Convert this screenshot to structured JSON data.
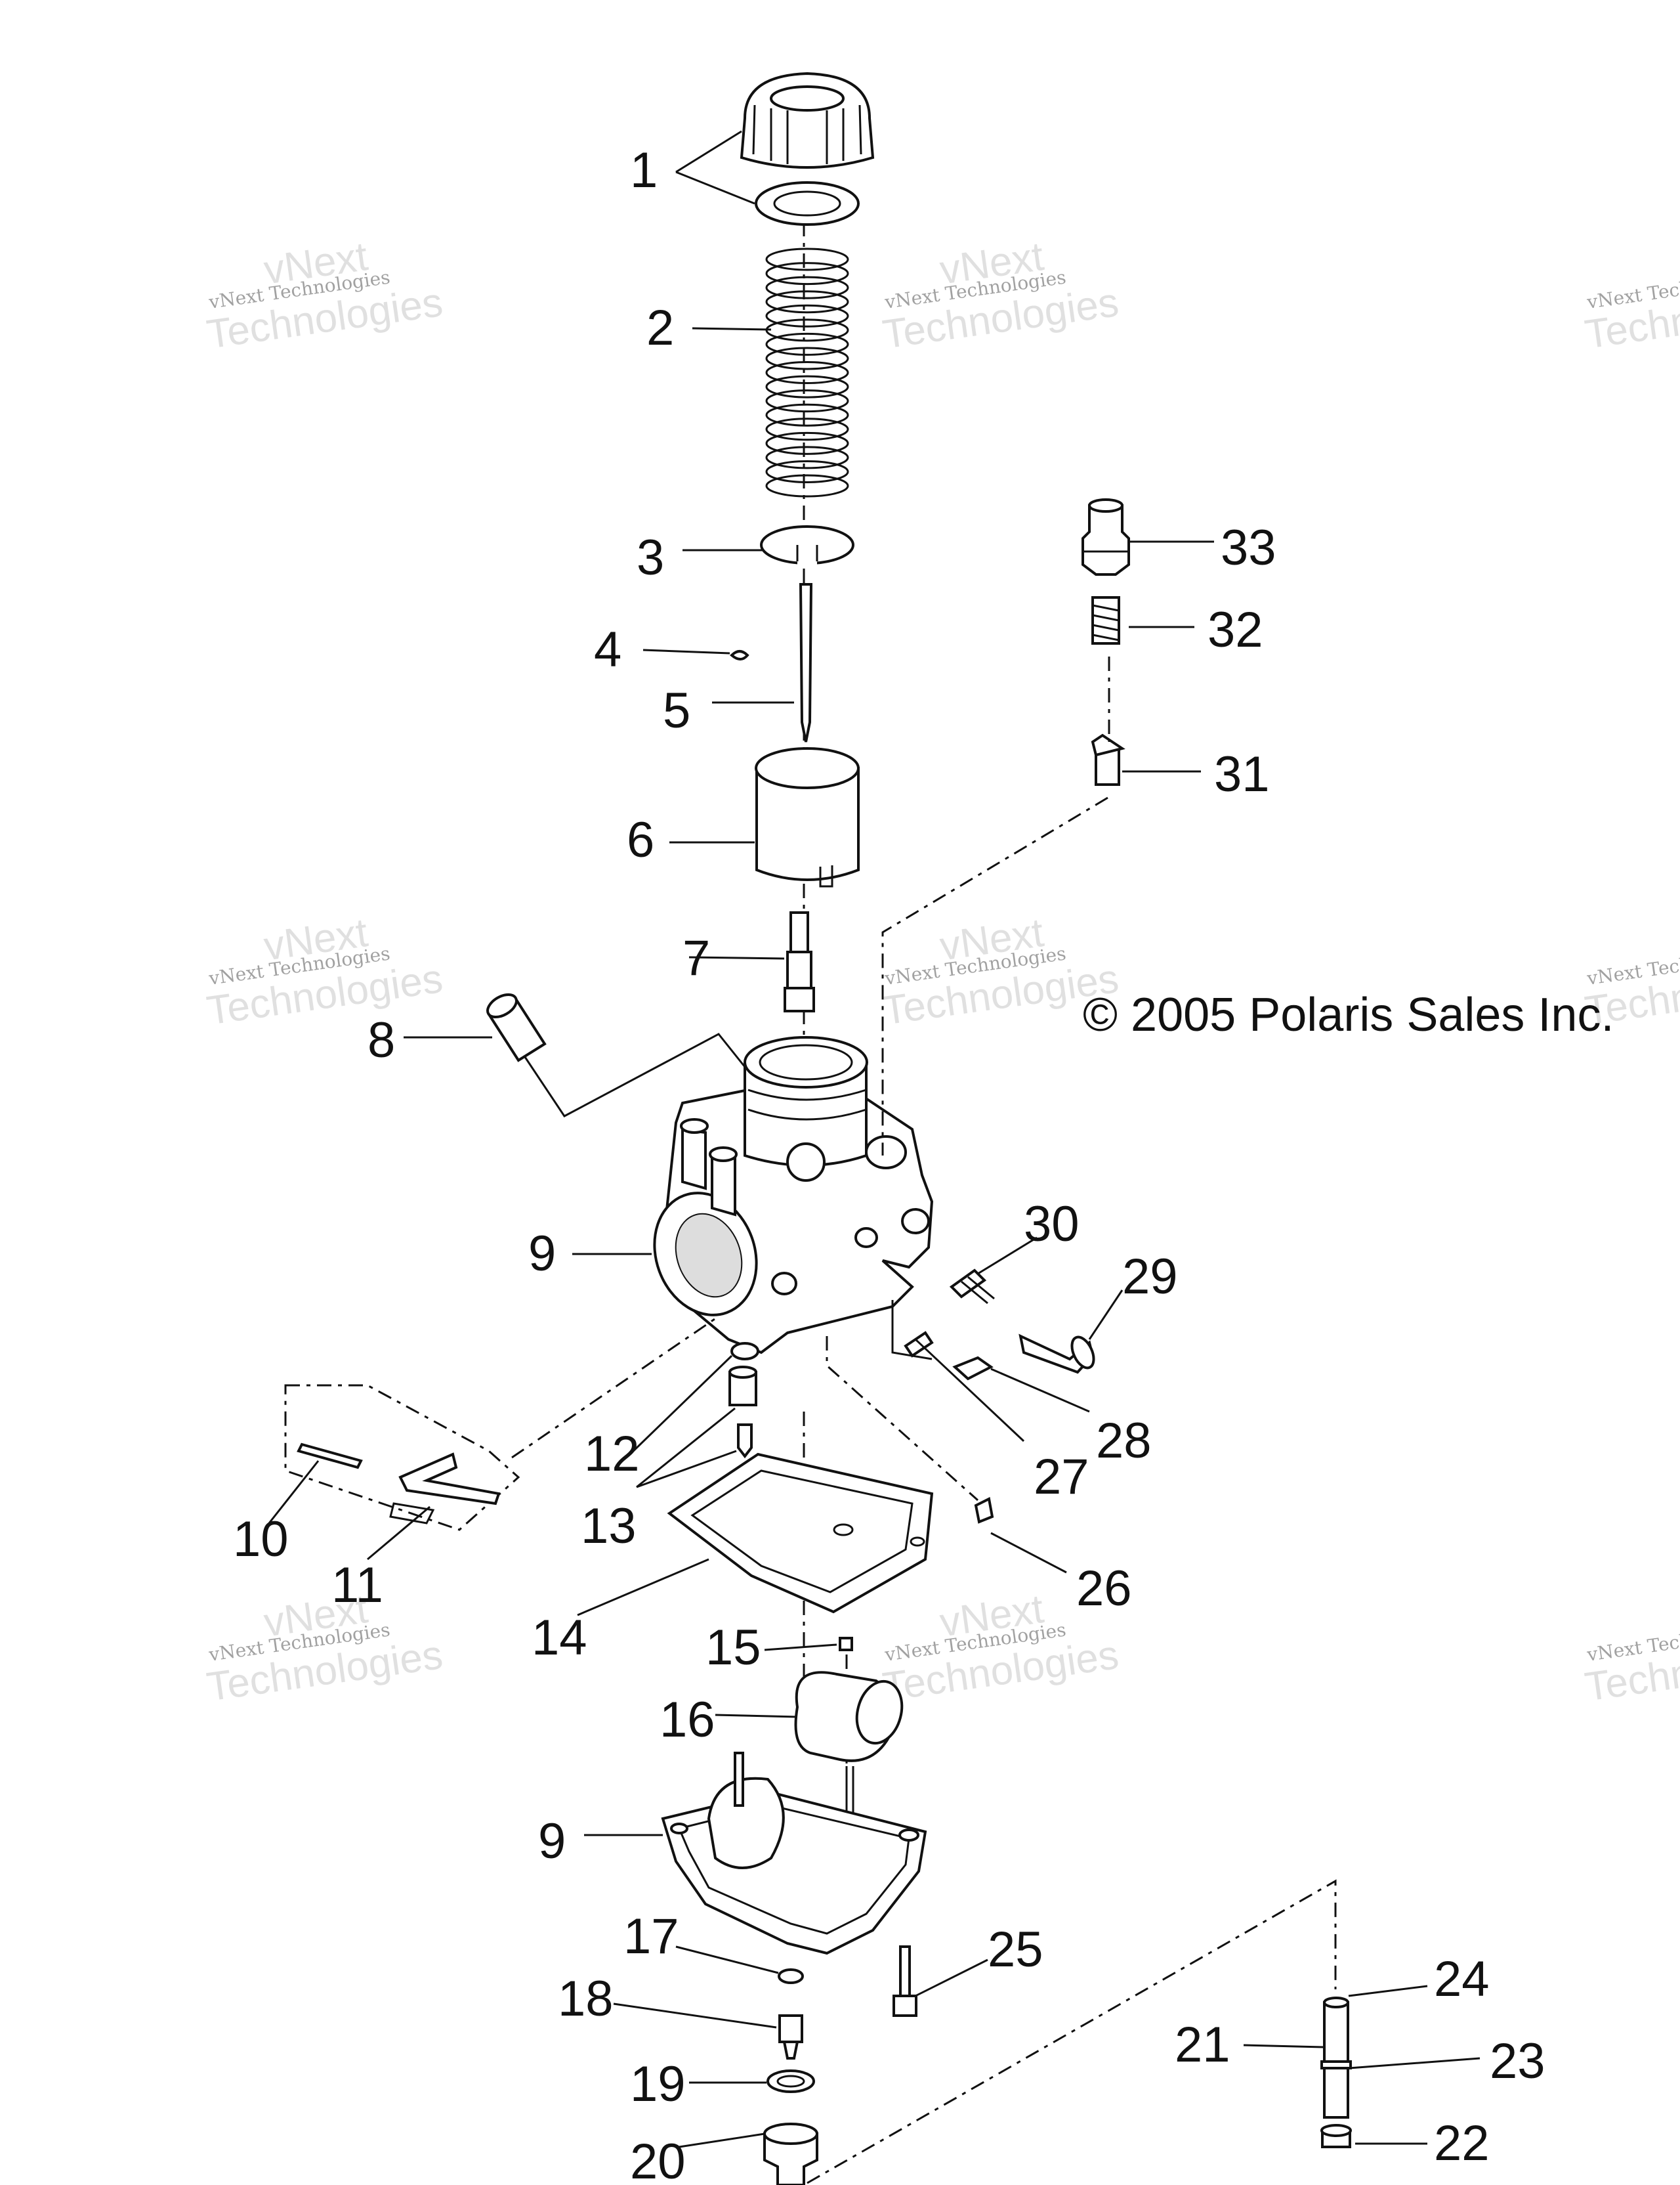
{
  "copyright": "© 2005 Polaris Sales Inc.",
  "watermark": {
    "line1": "vNext Technologies",
    "line2": "Technologies",
    "line3": "vNext"
  },
  "callouts": [
    {
      "id": "c1",
      "text": "1"
    },
    {
      "id": "c2",
      "text": "2"
    },
    {
      "id": "c3",
      "text": "3"
    },
    {
      "id": "c4",
      "text": "4"
    },
    {
      "id": "c5",
      "text": "5"
    },
    {
      "id": "c6",
      "text": "6"
    },
    {
      "id": "c7",
      "text": "7"
    },
    {
      "id": "c8",
      "text": "8"
    },
    {
      "id": "c9a",
      "text": "9"
    },
    {
      "id": "c9b",
      "text": "9"
    },
    {
      "id": "c10",
      "text": "10"
    },
    {
      "id": "c11",
      "text": "11"
    },
    {
      "id": "c12",
      "text": "12"
    },
    {
      "id": "c13",
      "text": "13"
    },
    {
      "id": "c14",
      "text": "14"
    },
    {
      "id": "c15",
      "text": "15"
    },
    {
      "id": "c16",
      "text": "16"
    },
    {
      "id": "c17",
      "text": "17"
    },
    {
      "id": "c18",
      "text": "18"
    },
    {
      "id": "c19",
      "text": "19"
    },
    {
      "id": "c20",
      "text": "20"
    },
    {
      "id": "c21",
      "text": "21"
    },
    {
      "id": "c22",
      "text": "22"
    },
    {
      "id": "c23",
      "text": "23"
    },
    {
      "id": "c24",
      "text": "24"
    },
    {
      "id": "c25",
      "text": "25"
    },
    {
      "id": "c26",
      "text": "26"
    },
    {
      "id": "c27",
      "text": "27"
    },
    {
      "id": "c28",
      "text": "28"
    },
    {
      "id": "c29",
      "text": "29"
    },
    {
      "id": "c30",
      "text": "30"
    },
    {
      "id": "c31",
      "text": "31"
    },
    {
      "id": "c32",
      "text": "32"
    },
    {
      "id": "c33",
      "text": "33"
    }
  ]
}
